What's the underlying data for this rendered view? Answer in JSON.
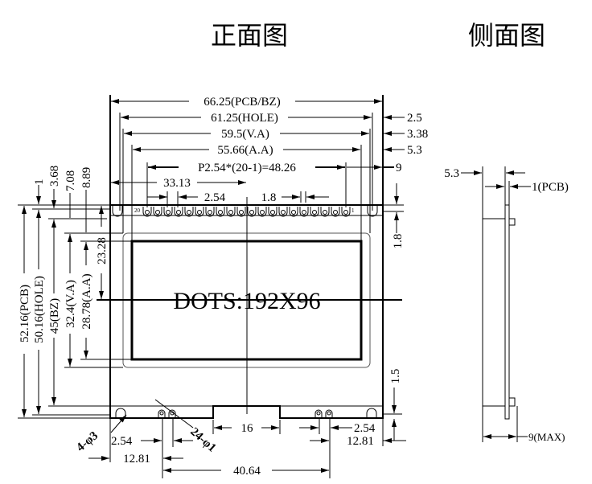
{
  "titles": {
    "front": "正面图",
    "side": "侧面图"
  },
  "display": {
    "dots_label": "DOTS:192X96",
    "pin_first": "20",
    "pin_last": "1",
    "pin_count": 20
  },
  "dims_top": {
    "pcb_bz": "66.25(PCB/BZ)",
    "hole": "61.25(HOLE)",
    "va": "59.5(V.A)",
    "aa": "55.66(A.A)",
    "pitch": "P2.54*(20-1)=48.26",
    "offset": "33.13",
    "pin_pitch": "2.54",
    "pin_width": "1.8"
  },
  "dims_right": {
    "r1": "2.5",
    "r2": "3.38",
    "r3": "5.3",
    "r4": "9",
    "top_margin": "1.8",
    "bottom_margin": "1.5"
  },
  "dims_left": {
    "d1": "1",
    "d2": "3.68",
    "d3": "7.08",
    "d4": "8.89",
    "pcb": "52.16(PCB)",
    "hole": "50.16(HOLE)",
    "bz": "45(BZ)",
    "va": "32.4(V.A)",
    "aa": "28.78(A.A)",
    "center": "23.28"
  },
  "dims_bottom": {
    "holes": "4-φ3",
    "pads": "24-φ1",
    "notch": "16",
    "left_pitch": "2.54",
    "left_offset": "12.81",
    "right_pitch": "2.54",
    "right_offset": "12.81",
    "span": "40.64"
  },
  "side_view": {
    "thickness": "5.3",
    "pcb": "1(PCB)",
    "max": "9(MAX)"
  }
}
